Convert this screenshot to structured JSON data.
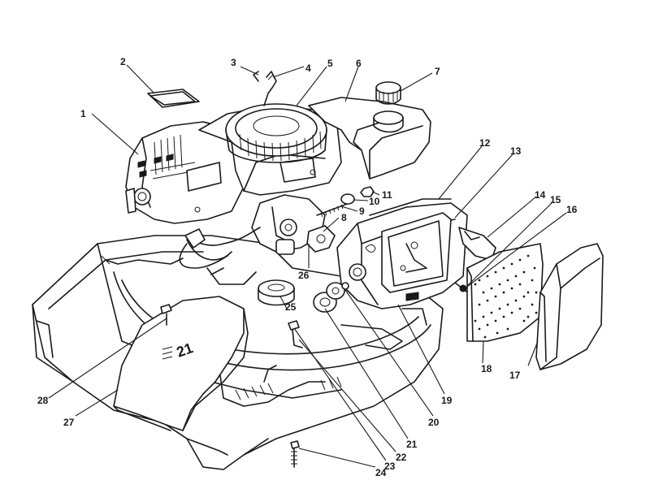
{
  "parts": [
    {
      "id": "p1",
      "label": "1"
    },
    {
      "id": "p2",
      "label": "2"
    },
    {
      "id": "p3",
      "label": "3"
    },
    {
      "id": "p4",
      "label": "4"
    },
    {
      "id": "p5",
      "label": "5"
    },
    {
      "id": "p6",
      "label": "6"
    },
    {
      "id": "p7",
      "label": "7"
    },
    {
      "id": "p8",
      "label": "8"
    },
    {
      "id": "p9",
      "label": "9"
    },
    {
      "id": "p10",
      "label": "10"
    },
    {
      "id": "p11",
      "label": "11"
    },
    {
      "id": "p12",
      "label": "12"
    },
    {
      "id": "p13",
      "label": "13"
    },
    {
      "id": "p14",
      "label": "14"
    },
    {
      "id": "p15",
      "label": "15"
    },
    {
      "id": "p16",
      "label": "16"
    },
    {
      "id": "p17",
      "label": "17"
    },
    {
      "id": "p18",
      "label": "18"
    },
    {
      "id": "p19",
      "label": "19"
    },
    {
      "id": "p20",
      "label": "20"
    },
    {
      "id": "p21",
      "label": "21"
    },
    {
      "id": "p22",
      "label": "22"
    },
    {
      "id": "p23",
      "label": "23"
    },
    {
      "id": "p24",
      "label": "24"
    },
    {
      "id": "p25",
      "label": "25"
    },
    {
      "id": "p26",
      "label": "26"
    },
    {
      "id": "p27",
      "label": "27"
    },
    {
      "id": "p28",
      "label": "28"
    }
  ],
  "deck_marking": "21",
  "colors": {
    "ink": "#1a1a1a",
    "paper": "#ffffff"
  }
}
